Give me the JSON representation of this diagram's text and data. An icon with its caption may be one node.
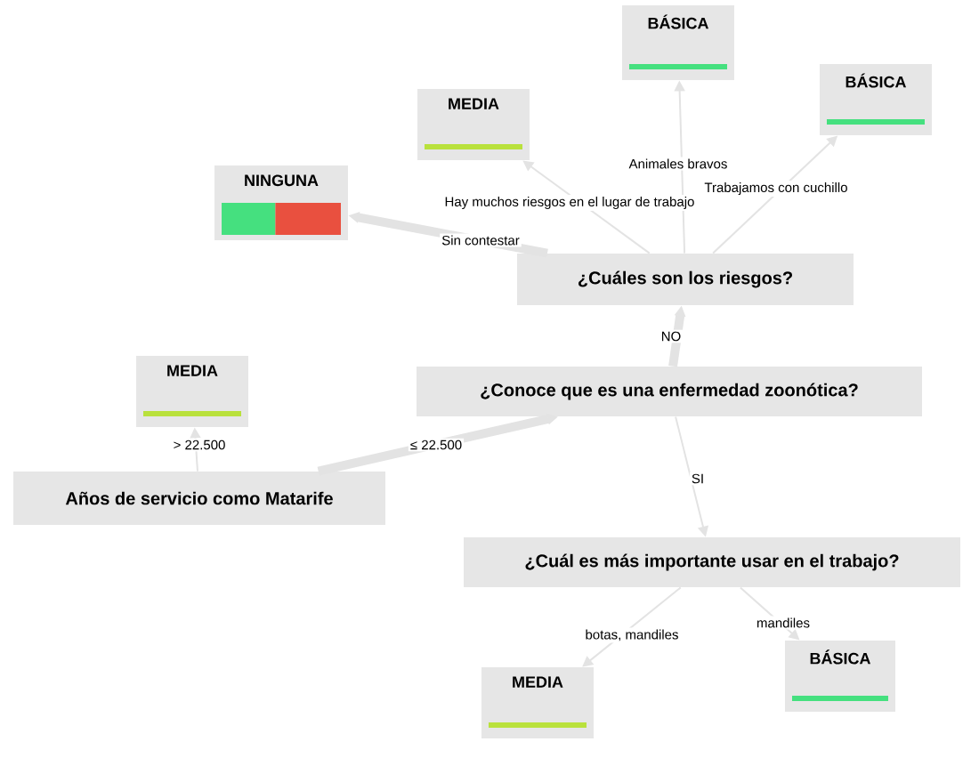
{
  "diagram": {
    "nodes": [
      {
        "text": [
          "Años de servicio como Matarife"
        ]
      },
      {
        "text": [
          "MEDIA"
        ]
      },
      {
        "text": [
          "¿Conoce que es una enfermedad zoonótica?"
        ]
      },
      {
        "text": [
          "¿Cuáles son los riesgos?"
        ]
      },
      {
        "text": [
          "NINGUNA"
        ]
      },
      {
        "text": [
          "MEDIA"
        ]
      },
      {
        "text": [
          "BÁSICA"
        ]
      },
      {
        "text": [
          "BÁSICA"
        ]
      },
      {
        "text": [
          "¿Cuál es más importante usar en el trabajo?"
        ]
      },
      {
        "text": [
          "MEDIA"
        ]
      },
      {
        "text": [
          "BÁSICA"
        ]
      }
    ],
    "edges": [
      {
        "from": 0,
        "to": 1,
        "arrow": "to",
        "label": "> 22.500"
      },
      {
        "from": 0,
        "to": 2,
        "arrow": "to",
        "label": "≤ 22.500",
        "style": "thick"
      },
      {
        "from": 2,
        "to": 3,
        "arrow": "to",
        "label": "NO",
        "style": "thick"
      },
      {
        "from": 2,
        "to": 8,
        "arrow": "to",
        "label": "SI"
      },
      {
        "from": 3,
        "to": 4,
        "arrow": "to",
        "label": "Sin contestar",
        "style": "thick"
      },
      {
        "from": 3,
        "to": 5,
        "arrow": "to",
        "label": "Hay muchos riesgos en el lugar de trabajo"
      },
      {
        "from": 3,
        "to": 6,
        "arrow": "to",
        "label": "Animales bravos"
      },
      {
        "from": 3,
        "to": 7,
        "arrow": "to",
        "label": "Trabajamos con cuchillo"
      },
      {
        "from": 8,
        "to": 9,
        "arrow": "to",
        "label": "botas, mandiles"
      },
      {
        "from": 8,
        "to": 10,
        "arrow": "to",
        "label": "mandiles"
      }
    ]
  }
}
